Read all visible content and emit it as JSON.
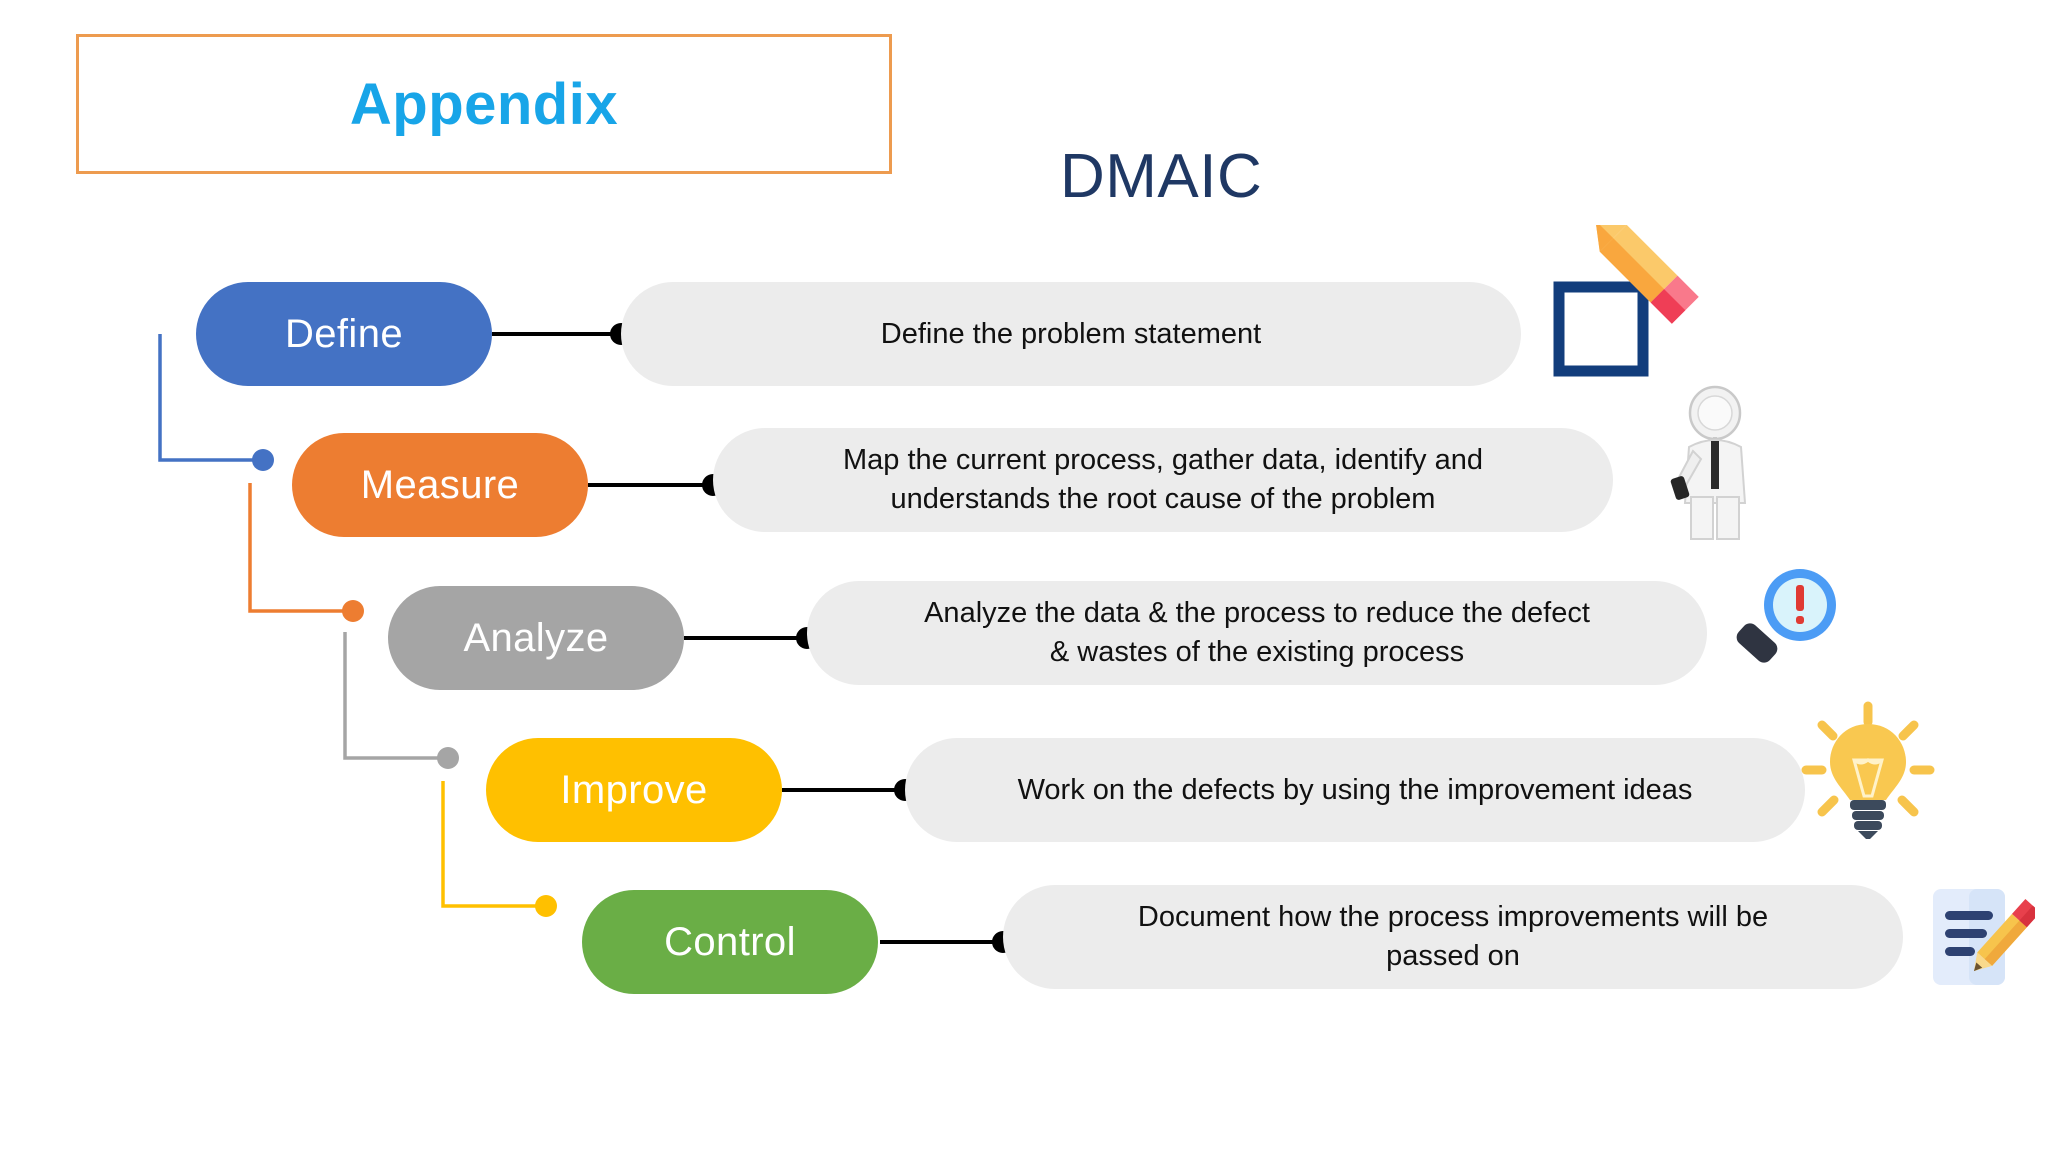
{
  "appendix": {
    "label": "Appendix",
    "border_color": "#ED9B4F",
    "text_color": "#18A5E8"
  },
  "title": {
    "text": "DMAIC",
    "color": "#1F3864"
  },
  "diagram": {
    "type": "process-flow",
    "description_background": "#ECECEC",
    "connector_dot_style": "filled-circle",
    "stages": [
      {
        "label": "Define",
        "color": "#4472C4",
        "description": "Define the problem statement",
        "description_lines": [
          "Define the problem statement"
        ],
        "icon": "pencil-square-icon"
      },
      {
        "label": "Measure",
        "color": "#ED7D31",
        "description": "Map the current process, gather data, identify and understands the root cause of the problem",
        "description_lines": [
          "Map the current process, gather data, identify and",
          "understands the root cause of the problem"
        ],
        "icon": "person-magnifier-icon"
      },
      {
        "label": "Analyze",
        "color": "#A5A5A5",
        "description": "Analyze the data & the process to reduce the defect & wastes of the existing process",
        "description_lines": [
          "Analyze the data & the process to reduce the defect",
          "& wastes of the existing process"
        ],
        "icon": "magnifier-alert-icon"
      },
      {
        "label": "Improve",
        "color": "#FFC000",
        "description": "Work on the defects by using the improvement ideas",
        "description_lines": [
          "Work on the defects by using the improvement ideas"
        ],
        "icon": "lightbulb-icon"
      },
      {
        "label": "Control",
        "color": "#6AAE46",
        "description": "Document how the process improvements will be passed on",
        "description_lines": [
          "Document how the process improvements will be",
          "passed on"
        ],
        "icon": "document-pencil-icon"
      }
    ]
  }
}
